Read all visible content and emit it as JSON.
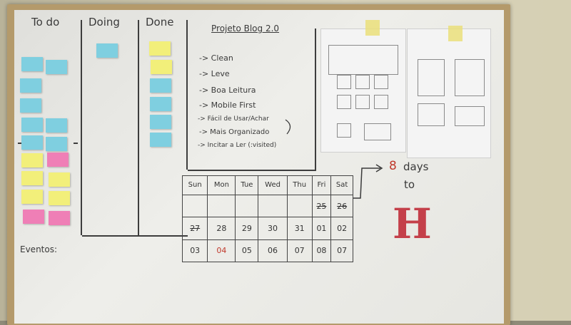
{
  "columns": {
    "todo": "To do",
    "doing": "Doing",
    "done": "Done"
  },
  "blog": {
    "title": "Projeto Blog 2.0",
    "items": [
      "-> Clean",
      "-> Leve",
      "-> Boa Leitura",
      "-> Mobile First",
      "-> Fácil de Usar/Achar",
      "-> Mais Organizado",
      "-> Incitar a Ler (:visited)"
    ]
  },
  "events_label": "Eventos:",
  "calendar": {
    "days": [
      "Sun",
      "Mon",
      "Tue",
      "Wed",
      "Thu",
      "Fri",
      "Sat"
    ],
    "week1": [
      "",
      "",
      "",
      "",
      "",
      "25",
      "26"
    ],
    "week2": [
      "27",
      "28",
      "29",
      "30",
      "31",
      "01",
      "02"
    ],
    "week3": [
      "03",
      "04",
      "05",
      "06",
      "07",
      "08",
      "07"
    ]
  },
  "countdown": {
    "number": "8",
    "days": "days",
    "to": "to",
    "letter": "H"
  },
  "colors": {
    "note_blue": "#7fcfe0",
    "note_yellow": "#f2ef7a",
    "note_pink": "#ef7fb6",
    "marker_red": "#c0392b",
    "marker_black": "#3a3a3a"
  }
}
